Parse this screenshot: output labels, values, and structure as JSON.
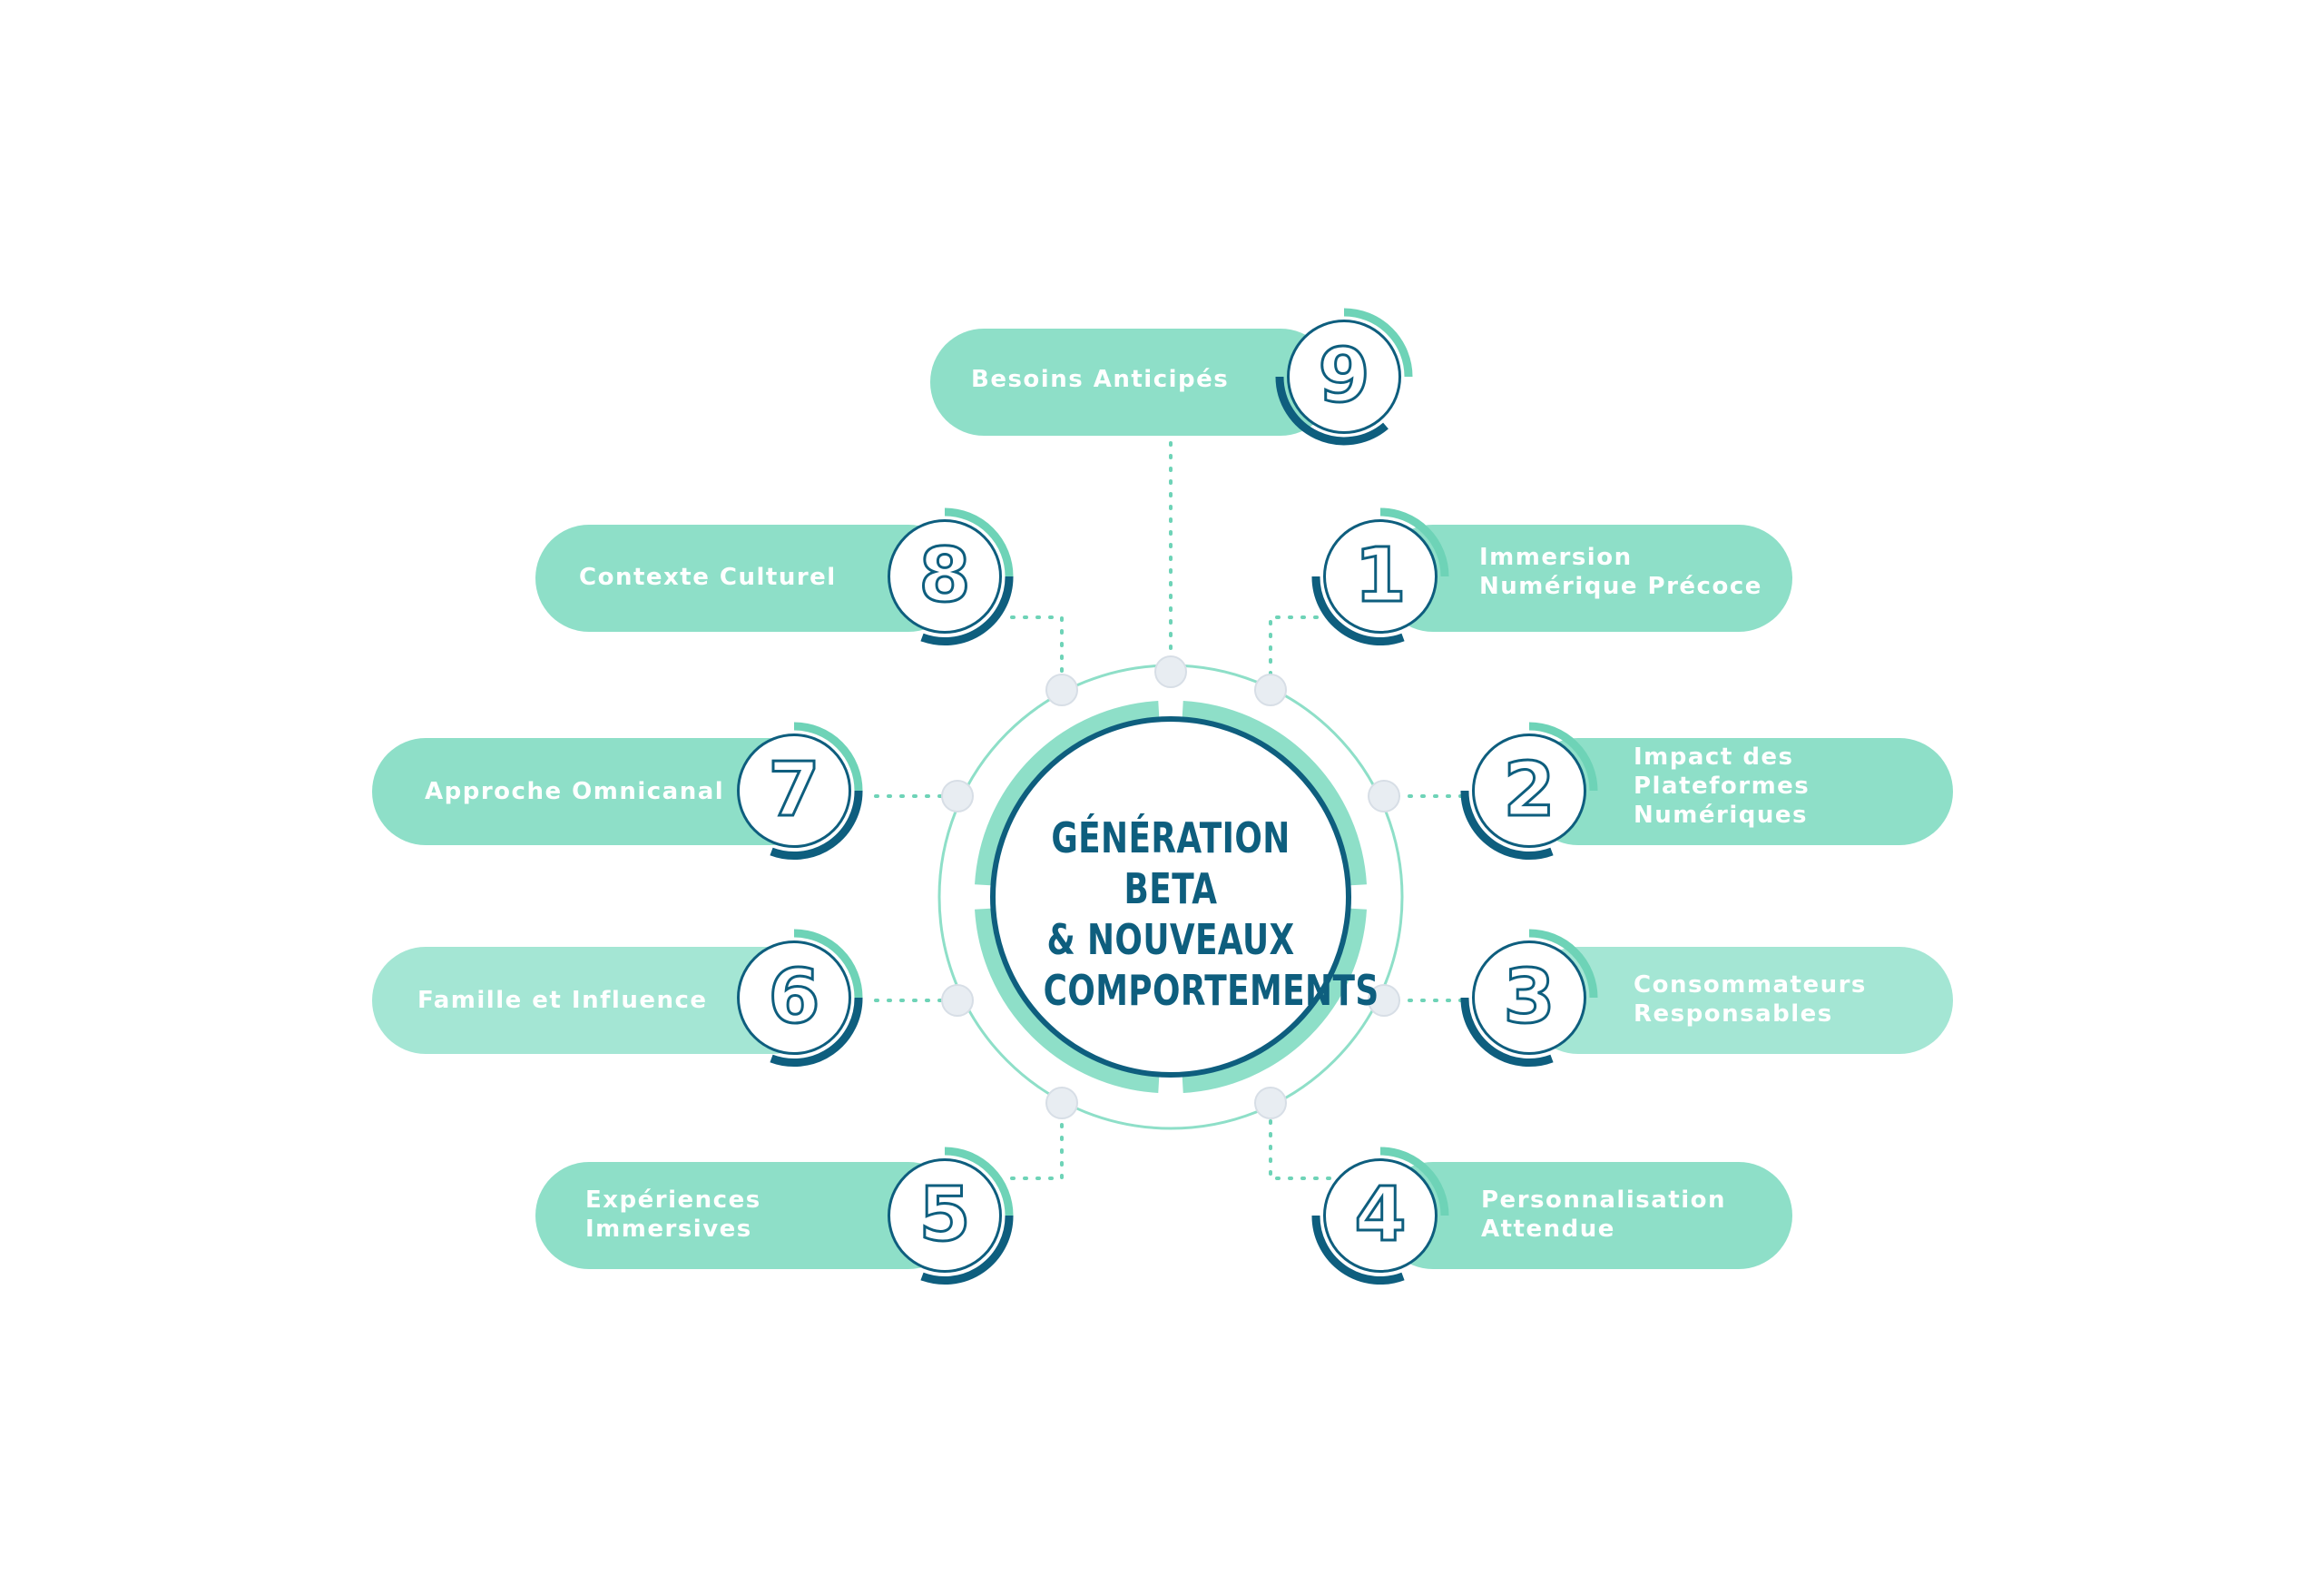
{
  "title": "GÉNÉRATION BETA\n& NOUVEAUX\nCOMPORTEMENTS",
  "colors": {
    "pill": "#8EDFC8",
    "pill_alt": "#A4E6D4",
    "accent_dark": "#0E5E7E",
    "accent_light": "#6ED3B7",
    "dot": "#E8EDF2",
    "text": "#FFFFFF"
  },
  "items": [
    {
      "number": "1",
      "label": "Immersion\nNumérique Précoce"
    },
    {
      "number": "2",
      "label": "Impact des\nPlateformes\nNumériques"
    },
    {
      "number": "3",
      "label": "Consommateurs\nResponsables"
    },
    {
      "number": "4",
      "label": "Personnalisation\nAttendue"
    },
    {
      "number": "5",
      "label": "Expériences\nImmersives"
    },
    {
      "number": "6",
      "label": "Famille et Influence"
    },
    {
      "number": "7",
      "label": "Approche Omnicanal"
    },
    {
      "number": "8",
      "label": "Contexte Culturel"
    },
    {
      "number": "9",
      "label": "Besoins Anticipés"
    }
  ]
}
